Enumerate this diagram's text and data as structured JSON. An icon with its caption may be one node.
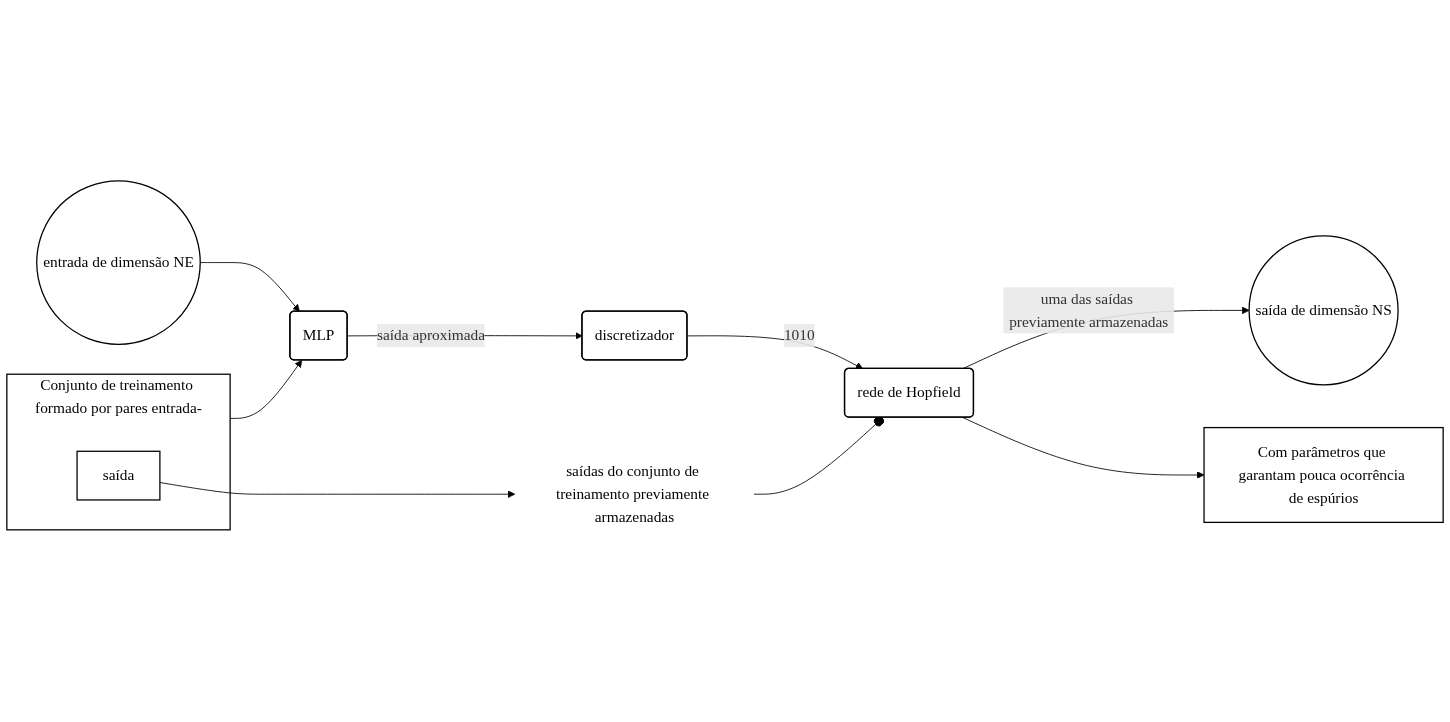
{
  "diagram": {
    "nodes": [
      {
        "text": [
          "Conjunto de treinamento formado por pares entrada-"
        ]
      },
      {
        "text": [
          "saída"
        ],
        "in": 0
      },
      {
        "text": [
          "entrada de dimensão NE"
        ]
      },
      {
        "text": [
          "MLP"
        ]
      },
      {
        "text": [
          "discretizador"
        ]
      },
      {
        "text": [
          "rede de Hopfield"
        ]
      },
      {
        "text": [
          "saída de dimensão NS"
        ]
      },
      {
        "text": [
          "saídas do conjunto de treinamento previamente armazenadas"
        ]
      },
      {
        "text": [
          "Com parâmetros que garantam pouca ocorrência de espúrios"
        ]
      }
    ],
    "edges": [
      {
        "from": 1,
        "to": 7,
        "arrow": "to"
      },
      {
        "from": 0,
        "to": 3,
        "arrow": "to"
      },
      {
        "from": 2,
        "to": 3,
        "arrow": "to"
      },
      {
        "from": 3,
        "to": 4,
        "label": "saída aproximada",
        "arrow": "to"
      },
      {
        "from": 4,
        "to": 5,
        "label": "1010",
        "arrow": "to"
      },
      {
        "from": 7,
        "to": 5,
        "arrow": "other"
      },
      {
        "from": 5,
        "to": 6,
        "label": "uma das saídas previamente armazenadas",
        "arrow": "to"
      },
      {
        "from": 5,
        "to": 8,
        "arrow": "to"
      }
    ]
  }
}
